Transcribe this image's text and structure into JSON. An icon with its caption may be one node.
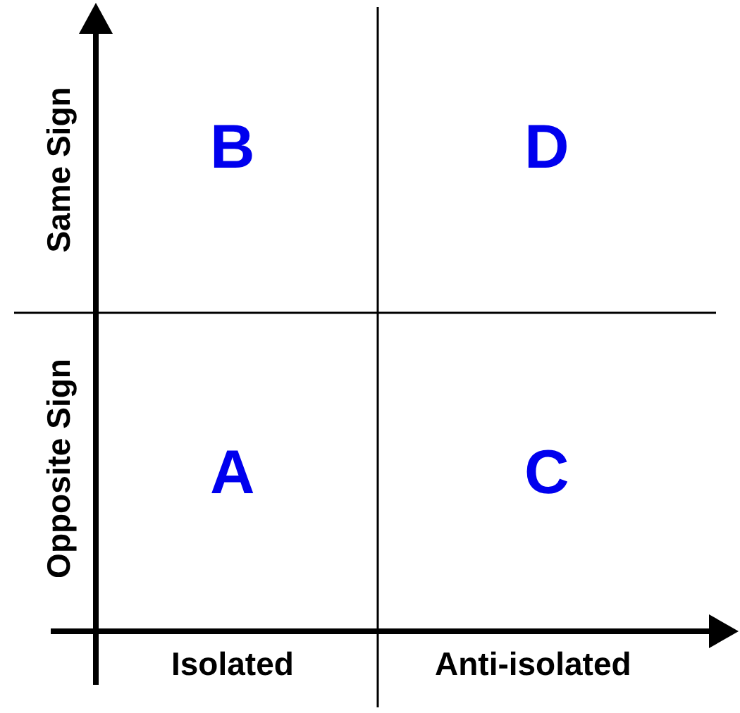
{
  "diagram": {
    "labels": [
      "Same Sign",
      "B",
      "D",
      "Opposite Sign",
      "A",
      "C",
      "Isolated",
      "Anti-isolated"
    ]
  }
}
